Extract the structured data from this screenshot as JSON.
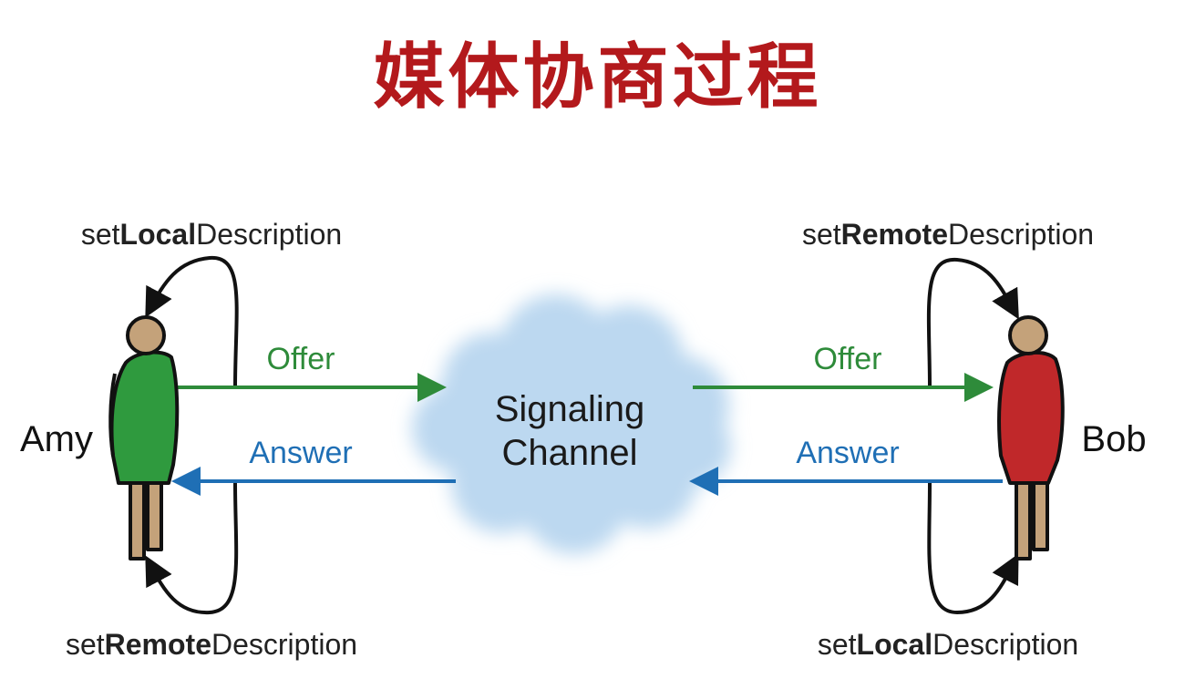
{
  "title": "媒体协商过程",
  "cloud": {
    "line1": "Signaling",
    "line2": "Channel"
  },
  "amy": {
    "name": "Amy",
    "top_label": {
      "pre": "set",
      "bold": "Local",
      "post": "Description"
    },
    "bottom_label": {
      "pre": "set",
      "bold": "Remote",
      "post": "Description"
    }
  },
  "bob": {
    "name": "Bob",
    "top_label": {
      "pre": "set",
      "bold": "Remote",
      "post": "Description"
    },
    "bottom_label": {
      "pre": "set",
      "bold": "Local",
      "post": "Description"
    }
  },
  "messages": {
    "offer_left": "Offer",
    "answer_left": "Answer",
    "offer_right": "Offer",
    "answer_right": "Answer"
  },
  "colors": {
    "title": "#b3191c",
    "offer": "#2e8b3a",
    "answer": "#1f6fb5",
    "amy_body": "#2f9a3e",
    "bob_body": "#c0282a",
    "skin": "#c4a27a",
    "cloud": "#bcd8f0"
  }
}
